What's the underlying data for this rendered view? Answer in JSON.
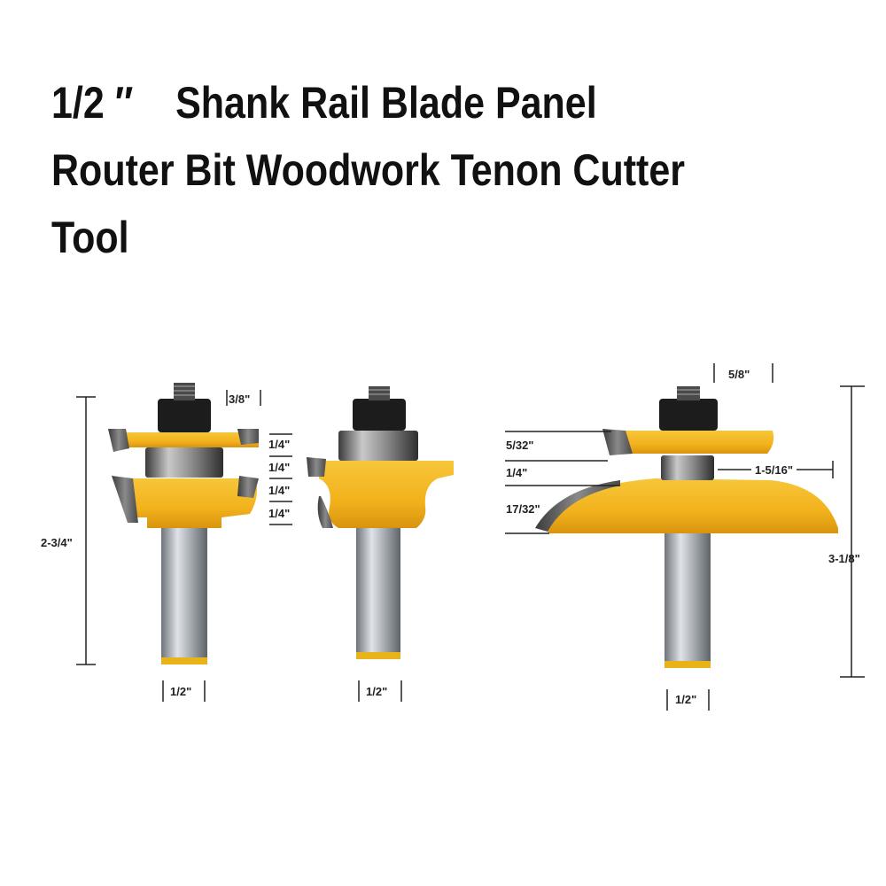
{
  "title": {
    "line1": "1/2 ″    Shank Rail Blade Panel",
    "line2": "Router Bit Woodwork Tenon Cutter",
    "line3": "Tool"
  },
  "bits": {
    "bit1": {
      "top_nut": "3/8\"",
      "stack": [
        "1/4\"",
        "1/4\"",
        "1/4\"",
        "1/4\""
      ],
      "height": "2-3/4\"",
      "shank": "1/2\""
    },
    "bit2": {
      "shank": "1/2\""
    },
    "bit3": {
      "top": "5/8\"",
      "upper_cutter": "5/32\"",
      "bearing": "1/4\"",
      "lower_cutter": "17/32\"",
      "diameter": "1-5/16\"",
      "height": "3-1/8\"",
      "shank": "1/2\""
    }
  },
  "colors": {
    "body": "#f2b21c",
    "body_shade": "#d8940f",
    "steel": "#9aa0a6",
    "carbide": "#5a5a5a",
    "nut": "#1c1c1c"
  }
}
